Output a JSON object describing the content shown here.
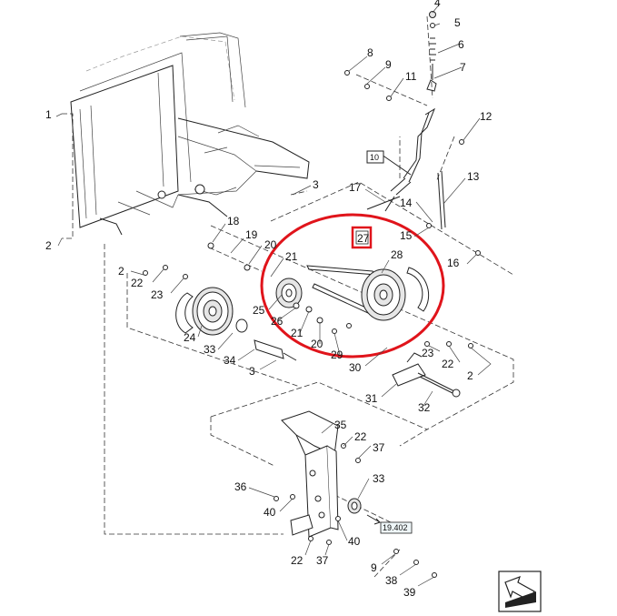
{
  "diagram": {
    "callouts": [
      {
        "id": "c4",
        "text": "4"
      },
      {
        "id": "c5",
        "text": "5"
      },
      {
        "id": "c6",
        "text": "6"
      },
      {
        "id": "c7",
        "text": "7"
      },
      {
        "id": "c8",
        "text": "8"
      },
      {
        "id": "c9a",
        "text": "9"
      },
      {
        "id": "c11",
        "text": "11"
      },
      {
        "id": "c12",
        "text": "12"
      },
      {
        "id": "c1",
        "text": "1"
      },
      {
        "id": "c13",
        "text": "13"
      },
      {
        "id": "c3a",
        "text": "3"
      },
      {
        "id": "c17",
        "text": "17"
      },
      {
        "id": "c14",
        "text": "14"
      },
      {
        "id": "c18",
        "text": "18"
      },
      {
        "id": "c19",
        "text": "19"
      },
      {
        "id": "c20a",
        "text": "20"
      },
      {
        "id": "c2a",
        "text": "2"
      },
      {
        "id": "c15",
        "text": "15"
      },
      {
        "id": "c16",
        "text": "16"
      },
      {
        "id": "c21a",
        "text": "21"
      },
      {
        "id": "c28",
        "text": "28"
      },
      {
        "id": "c2b",
        "text": "2"
      },
      {
        "id": "c22a",
        "text": "22"
      },
      {
        "id": "c23a",
        "text": "23"
      },
      {
        "id": "c25",
        "text": "25"
      },
      {
        "id": "c26",
        "text": "26"
      },
      {
        "id": "c21b",
        "text": "21"
      },
      {
        "id": "c20b",
        "text": "20"
      },
      {
        "id": "c29",
        "text": "29"
      },
      {
        "id": "c24",
        "text": "24"
      },
      {
        "id": "c33a",
        "text": "33"
      },
      {
        "id": "c34",
        "text": "34"
      },
      {
        "id": "c3b",
        "text": "3"
      },
      {
        "id": "c23b",
        "text": "23"
      },
      {
        "id": "c22b",
        "text": "22"
      },
      {
        "id": "c2c",
        "text": "2"
      },
      {
        "id": "c30",
        "text": "30"
      },
      {
        "id": "c31",
        "text": "31"
      },
      {
        "id": "c32",
        "text": "32"
      },
      {
        "id": "c35",
        "text": "35"
      },
      {
        "id": "c22c",
        "text": "22"
      },
      {
        "id": "c37a",
        "text": "37"
      },
      {
        "id": "c36",
        "text": "36"
      },
      {
        "id": "c33b",
        "text": "33"
      },
      {
        "id": "c40a",
        "text": "40"
      },
      {
        "id": "c40b",
        "text": "40"
      },
      {
        "id": "c22d",
        "text": "22"
      },
      {
        "id": "c37b",
        "text": "37"
      },
      {
        "id": "c9b",
        "text": "9"
      },
      {
        "id": "c38",
        "text": "38"
      },
      {
        "id": "c39",
        "text": "39"
      }
    ],
    "boxed_labels": [
      {
        "id": "b10",
        "text": "10"
      },
      {
        "id": "b27",
        "text": "27"
      },
      {
        "id": "bref",
        "text": "19.402"
      }
    ],
    "highlight": {
      "color": "#e0141b",
      "target": "27"
    },
    "nav_icon": "arrow-exit-icon"
  }
}
